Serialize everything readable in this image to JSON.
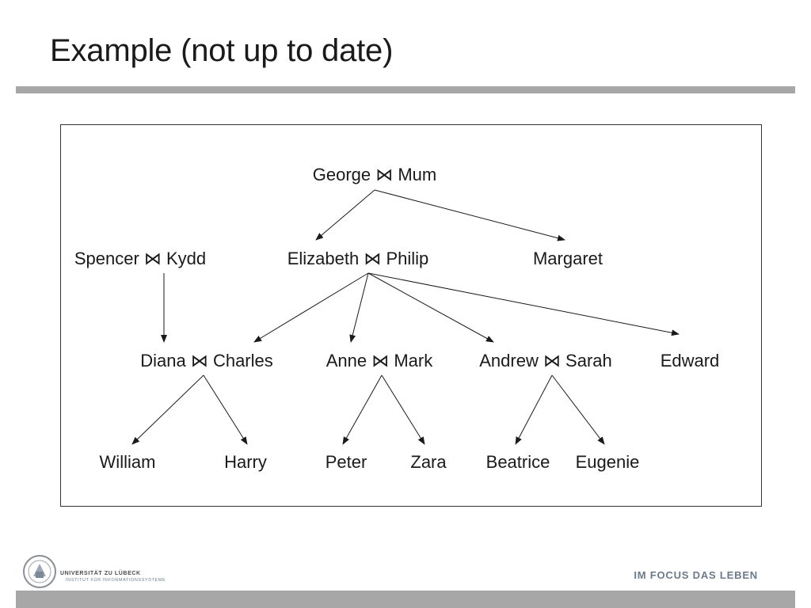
{
  "slide": {
    "title": "Example (not up to date)"
  },
  "diagram": {
    "nodes": [
      {
        "id": "george_mum",
        "label": "George ⋈ Mum"
      },
      {
        "id": "spencer_kydd",
        "label": "Spencer ⋈ Kydd"
      },
      {
        "id": "elizabeth_philip",
        "label": "Elizabeth ⋈ Philip"
      },
      {
        "id": "margaret",
        "label": "Margaret"
      },
      {
        "id": "diana_charles",
        "label": "Diana ⋈ Charles"
      },
      {
        "id": "anne_mark",
        "label": "Anne ⋈ Mark"
      },
      {
        "id": "andrew_sarah",
        "label": "Andrew ⋈ Sarah"
      },
      {
        "id": "edward",
        "label": "Edward"
      },
      {
        "id": "william",
        "label": "William"
      },
      {
        "id": "harry",
        "label": "Harry"
      },
      {
        "id": "peter",
        "label": "Peter"
      },
      {
        "id": "zara",
        "label": "Zara"
      },
      {
        "id": "beatrice",
        "label": "Beatrice"
      },
      {
        "id": "eugenie",
        "label": "Eugenie"
      }
    ],
    "edges": [
      {
        "from": "george_mum",
        "to": "elizabeth_philip"
      },
      {
        "from": "george_mum",
        "to": "margaret"
      },
      {
        "from": "spencer_kydd",
        "to": "diana_charles"
      },
      {
        "from": "elizabeth_philip",
        "to": "diana_charles"
      },
      {
        "from": "elizabeth_philip",
        "to": "anne_mark"
      },
      {
        "from": "elizabeth_philip",
        "to": "andrew_sarah"
      },
      {
        "from": "elizabeth_philip",
        "to": "edward"
      },
      {
        "from": "diana_charles",
        "to": "william"
      },
      {
        "from": "diana_charles",
        "to": "harry"
      },
      {
        "from": "anne_mark",
        "to": "peter"
      },
      {
        "from": "anne_mark",
        "to": "zara"
      },
      {
        "from": "andrew_sarah",
        "to": "beatrice"
      },
      {
        "from": "andrew_sarah",
        "to": "eugenie"
      }
    ]
  },
  "footer": {
    "university": "UNIVERSITÄT ZU LÜBECK",
    "institute": "INSTITUT FÜR INFORMATIONSSYSTEME",
    "slogan": "IM FOCUS DAS LEBEN",
    "logo_icon": "university-seal-icon"
  }
}
